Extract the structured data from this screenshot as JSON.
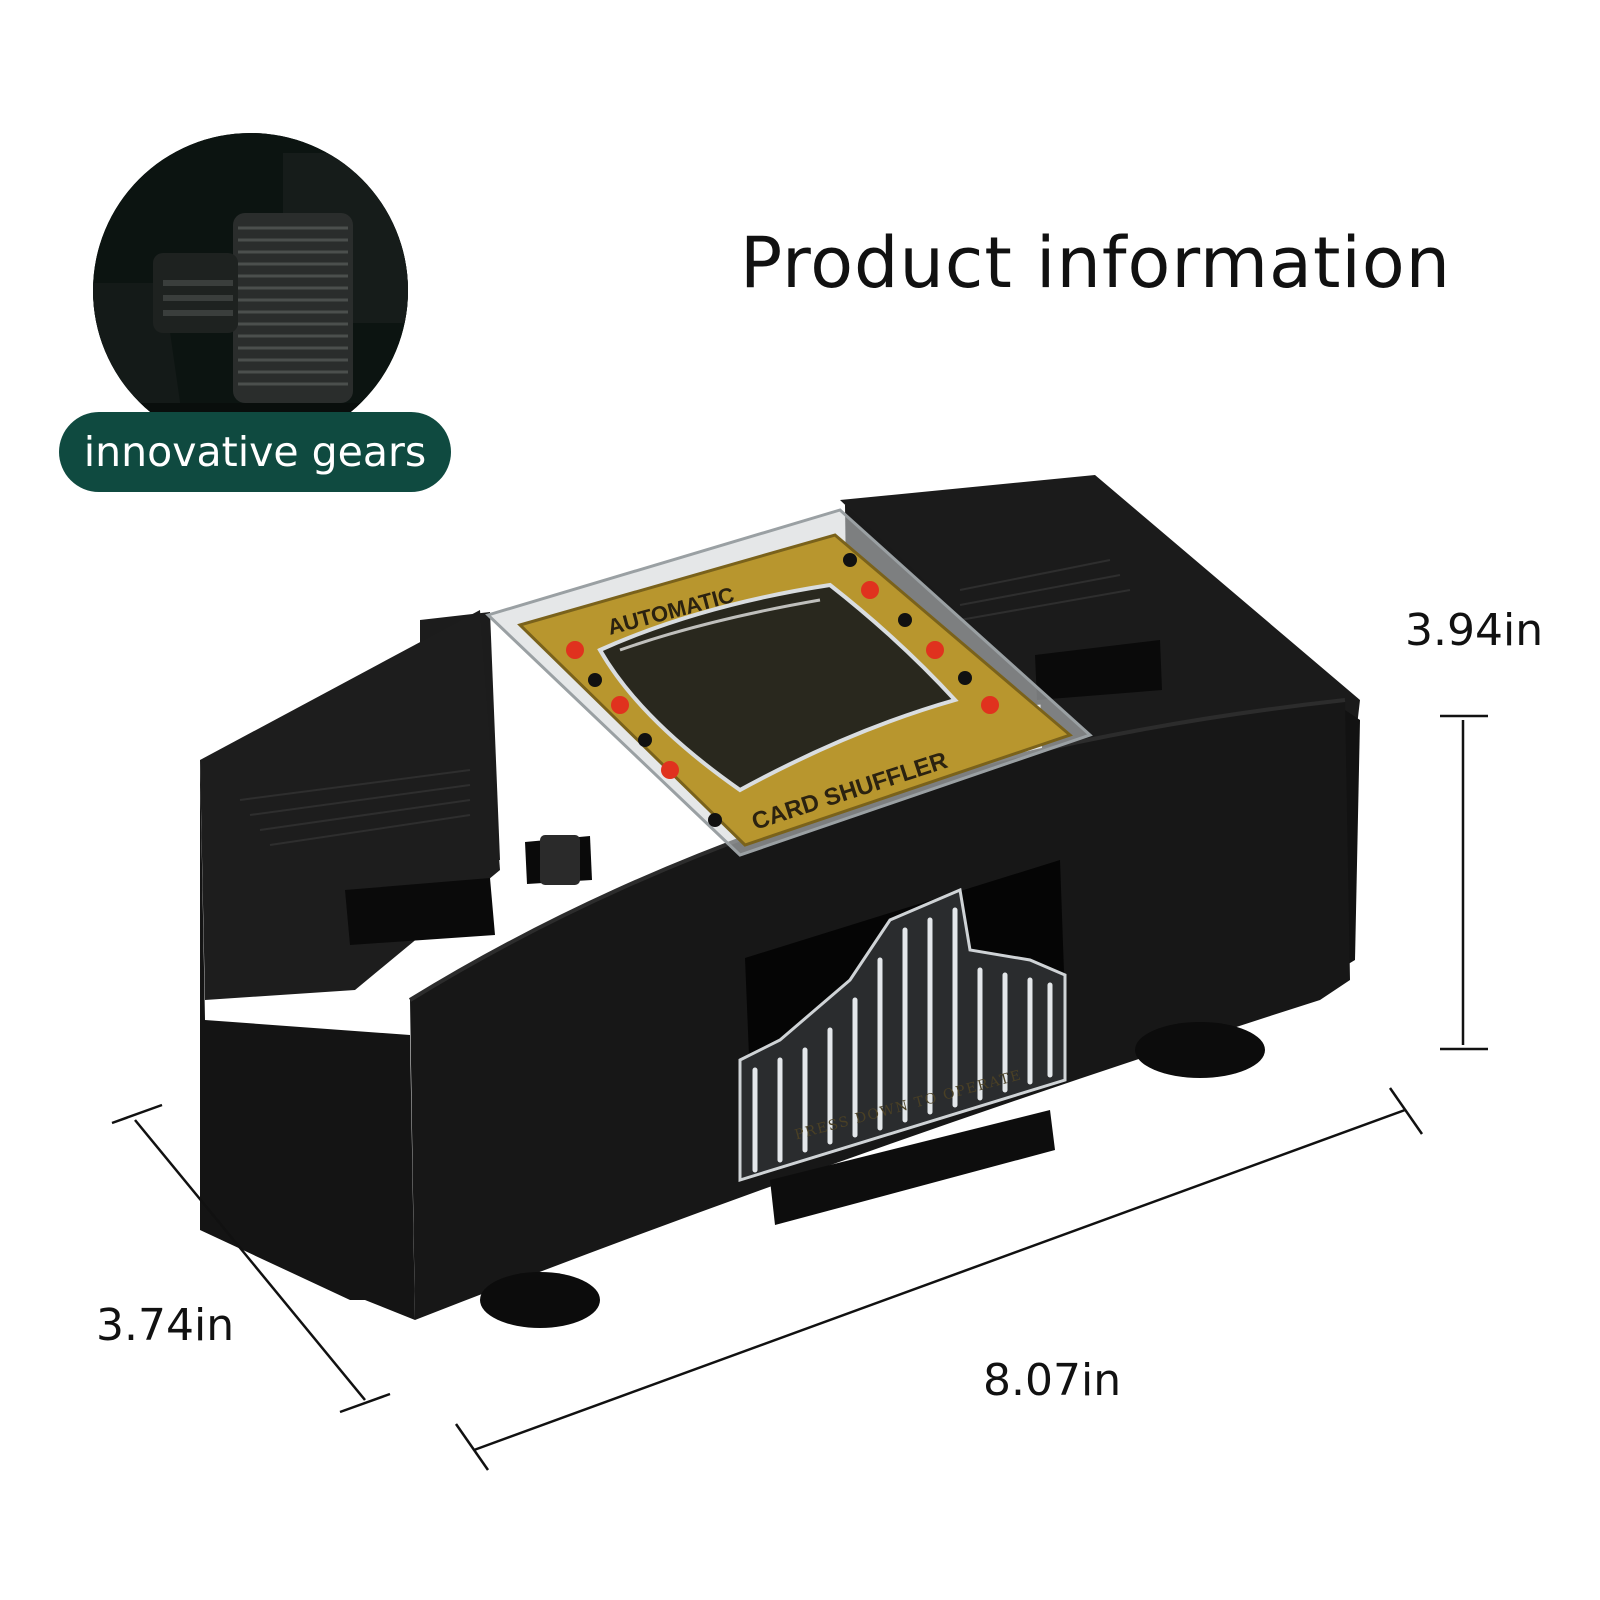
{
  "title": "Product information",
  "badge": {
    "label": "innovative gears"
  },
  "dimensions": {
    "height": "3.94in",
    "depth": "3.74in",
    "width": "8.07in"
  },
  "product": {
    "lid_text_top": "AUTOMATIC",
    "lid_text_bottom": "CARD SHUFFLER",
    "lever_text": "PRESS DOWN TO OPERATE"
  },
  "colors": {
    "badge": "#0f4a40",
    "body": "#121212",
    "lid_gold": "#b8962e",
    "suit_red": "#e0321e"
  }
}
